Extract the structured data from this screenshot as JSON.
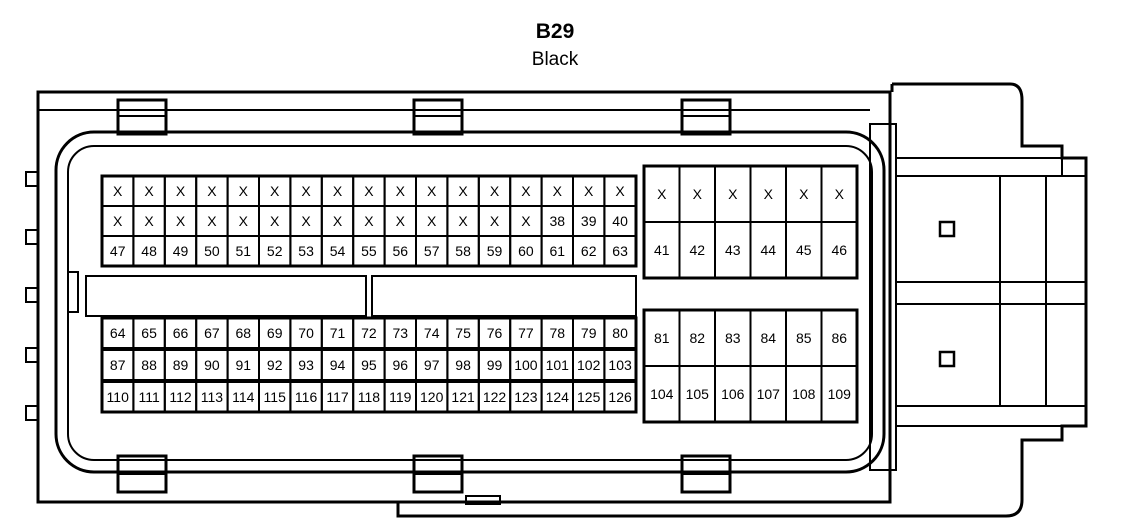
{
  "connector": {
    "id": "B29",
    "color": "Black"
  },
  "left_block": {
    "rows": [
      [
        "X",
        "X",
        "X",
        "X",
        "X",
        "X",
        "X",
        "X",
        "X",
        "X",
        "X",
        "X",
        "X",
        "X",
        "X",
        "X",
        "X"
      ],
      [
        "X",
        "X",
        "X",
        "X",
        "X",
        "X",
        "X",
        "X",
        "X",
        "X",
        "X",
        "X",
        "X",
        "X",
        "38",
        "39",
        "40"
      ],
      [
        "47",
        "48",
        "49",
        "50",
        "51",
        "52",
        "53",
        "54",
        "55",
        "56",
        "57",
        "58",
        "59",
        "60",
        "61",
        "62",
        "63"
      ],
      [
        "64",
        "65",
        "66",
        "67",
        "68",
        "69",
        "70",
        "71",
        "72",
        "73",
        "74",
        "75",
        "76",
        "77",
        "78",
        "79",
        "80"
      ],
      [
        "87",
        "88",
        "89",
        "90",
        "91",
        "92",
        "93",
        "94",
        "95",
        "96",
        "97",
        "98",
        "99",
        "100",
        "101",
        "102",
        "103"
      ],
      [
        "110",
        "111",
        "112",
        "113",
        "114",
        "115",
        "116",
        "117",
        "118",
        "119",
        "120",
        "121",
        "122",
        "123",
        "124",
        "125",
        "126"
      ]
    ]
  },
  "right_block": {
    "rows": [
      [
        "X",
        "X",
        "X",
        "X",
        "X",
        "X"
      ],
      [
        "41",
        "42",
        "43",
        "44",
        "45",
        "46"
      ],
      [
        "81",
        "82",
        "83",
        "84",
        "85",
        "86"
      ],
      [
        "104",
        "105",
        "106",
        "107",
        "108",
        "109"
      ]
    ]
  }
}
